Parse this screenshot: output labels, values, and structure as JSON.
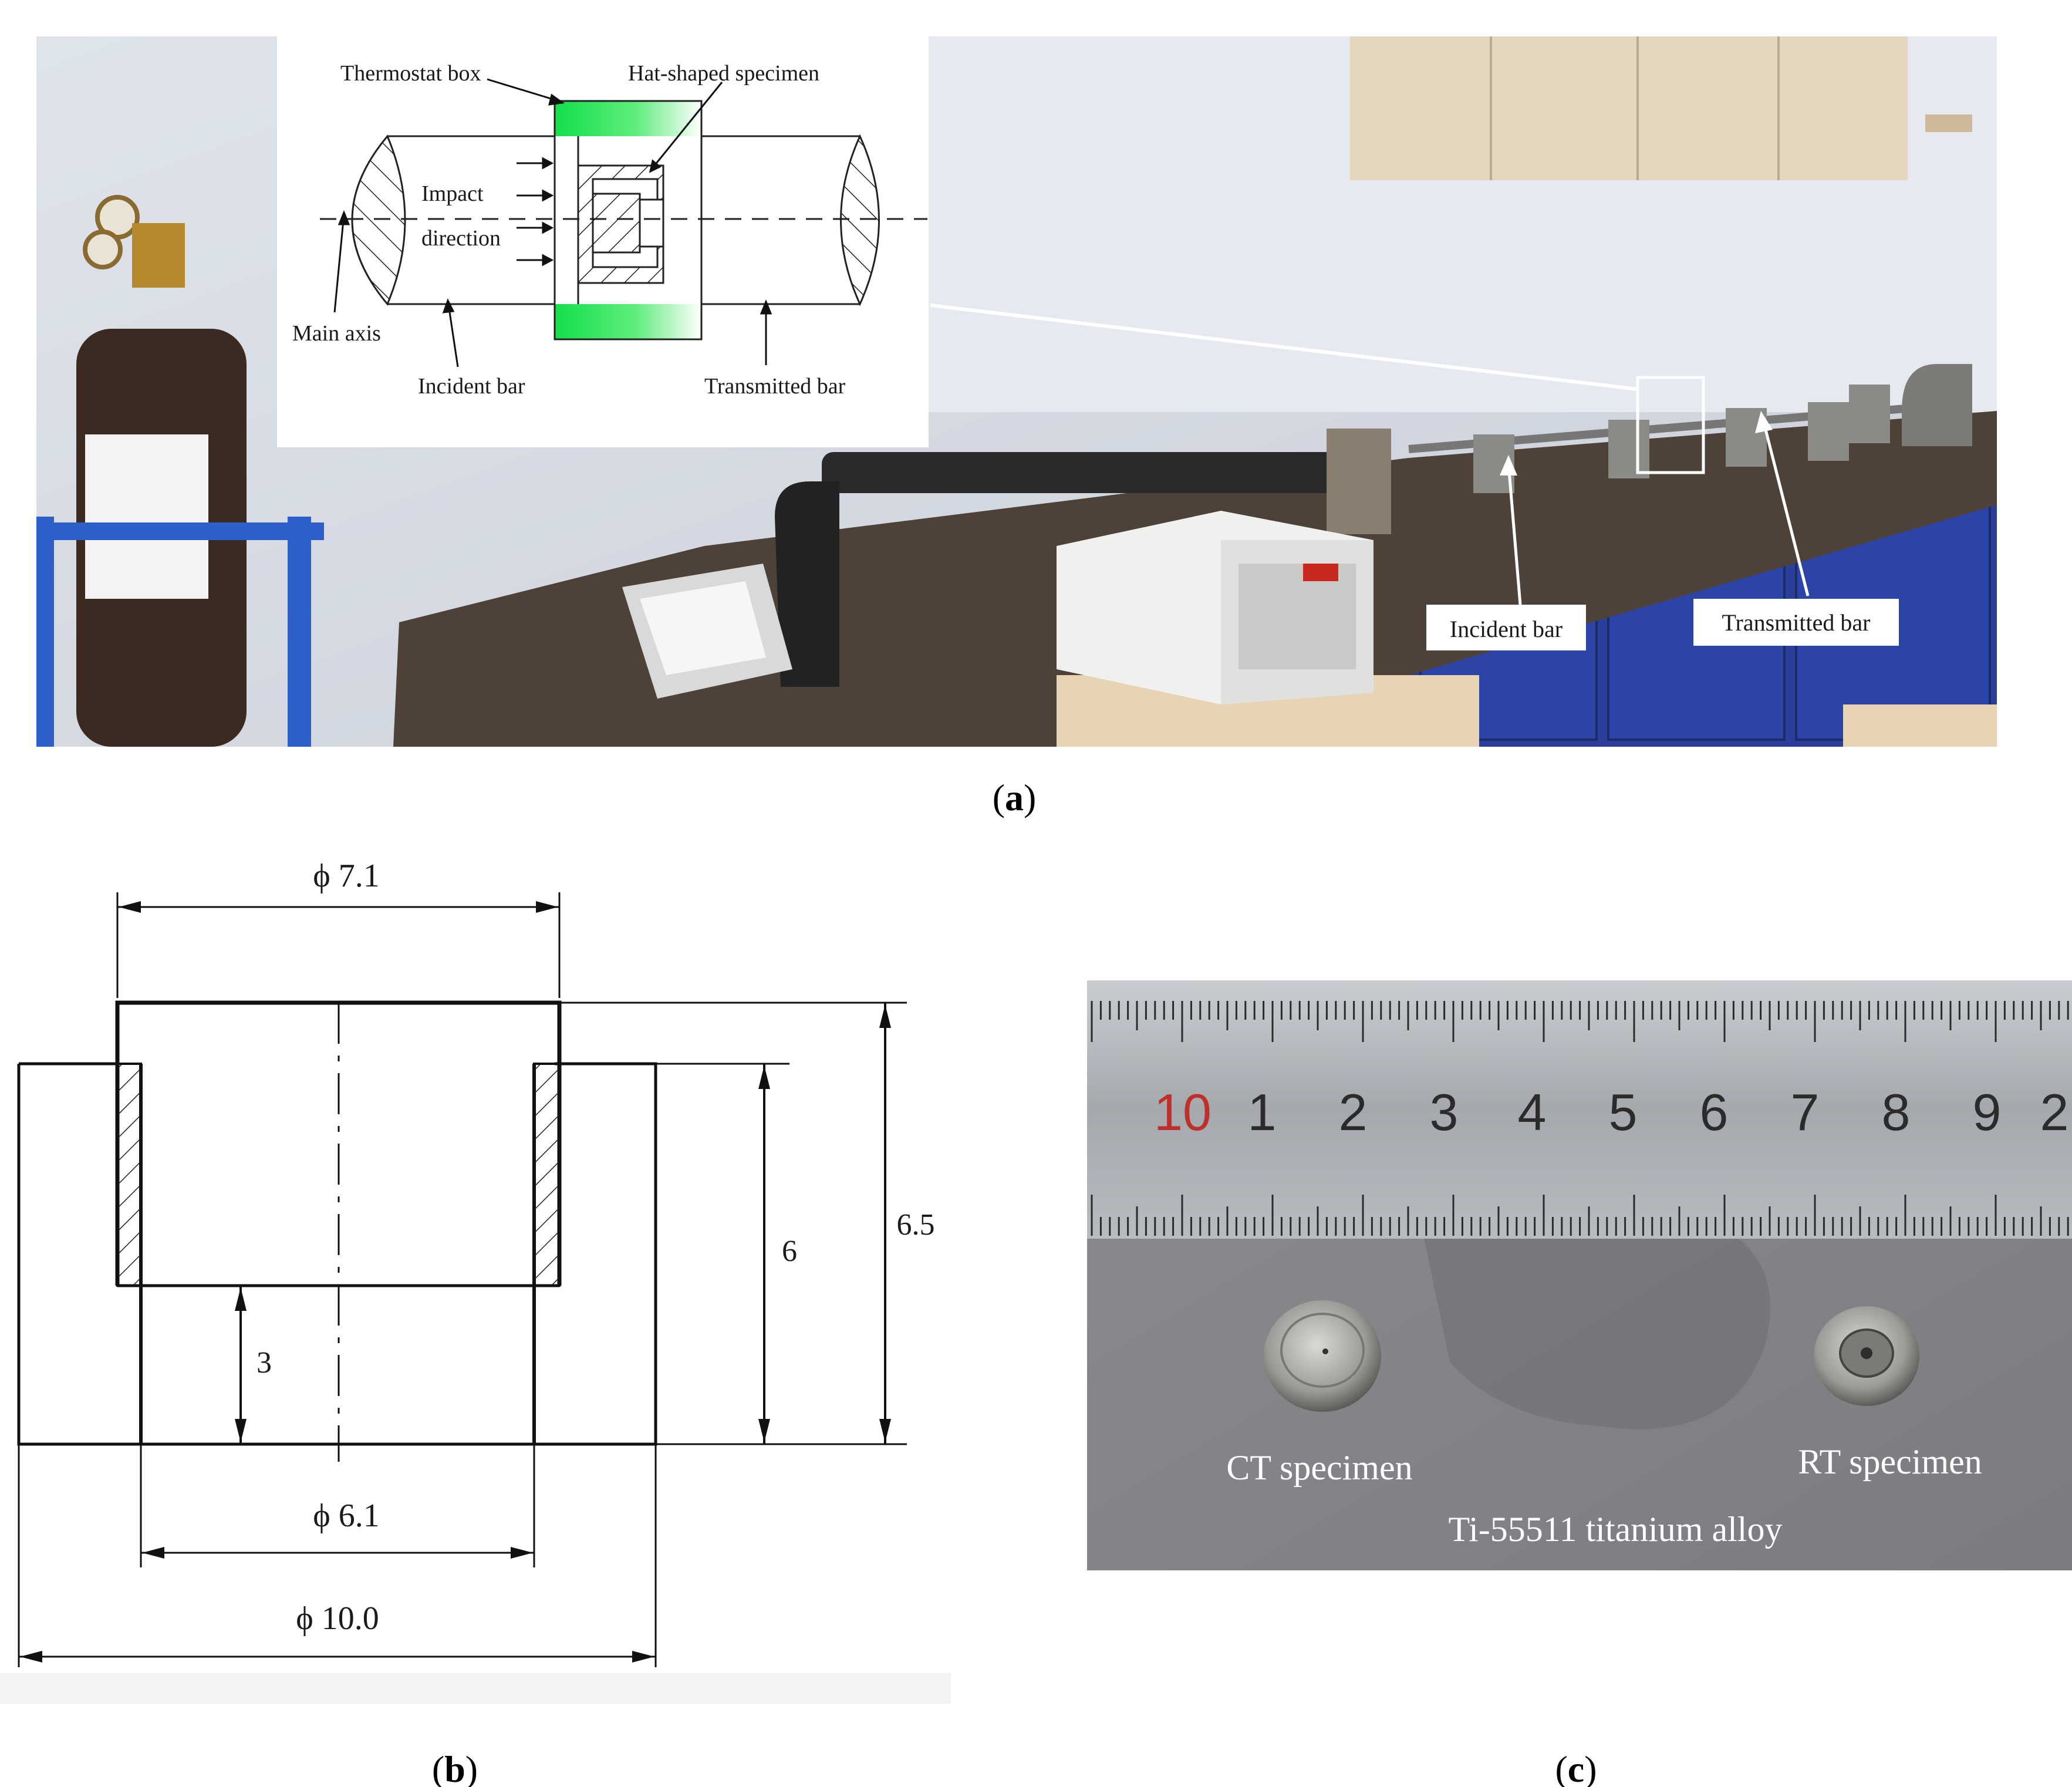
{
  "panel_a": {
    "inset": {
      "thermostat_box": "Thermostat box",
      "hat_specimen": "Hat-shaped specimen",
      "impact": "Impact",
      "direction": "direction",
      "main_axis": "Main axis",
      "incident_bar": "Incident bar",
      "transmitted_bar": "Transmitted bar"
    },
    "photo_labels": {
      "incident_bar": "Incident bar",
      "transmitted_bar": "Transmitted bar"
    },
    "caption_letter": "a",
    "colors": {
      "thermostat": "#12e04a",
      "cabinet_blue": "#2a3f9a",
      "table": "#4e4238"
    }
  },
  "panel_b": {
    "dim_top": "ϕ 7.1",
    "dim_mid": "ϕ 6.1",
    "dim_bottom": "ϕ 10.0",
    "dim_right_inner": "6",
    "dim_right_outer": "6.5",
    "dim_inner_height": "3",
    "caption_letter": "b"
  },
  "panel_c": {
    "ruler_numbers": [
      "10",
      "1",
      "2",
      "3",
      "4",
      "5",
      "6",
      "7",
      "8",
      "9",
      "2"
    ],
    "ct_specimen": "CT specimen",
    "rt_specimen": "RT specimen",
    "alloy": "Ti-55511 titanium alloy",
    "caption_letter": "c"
  }
}
